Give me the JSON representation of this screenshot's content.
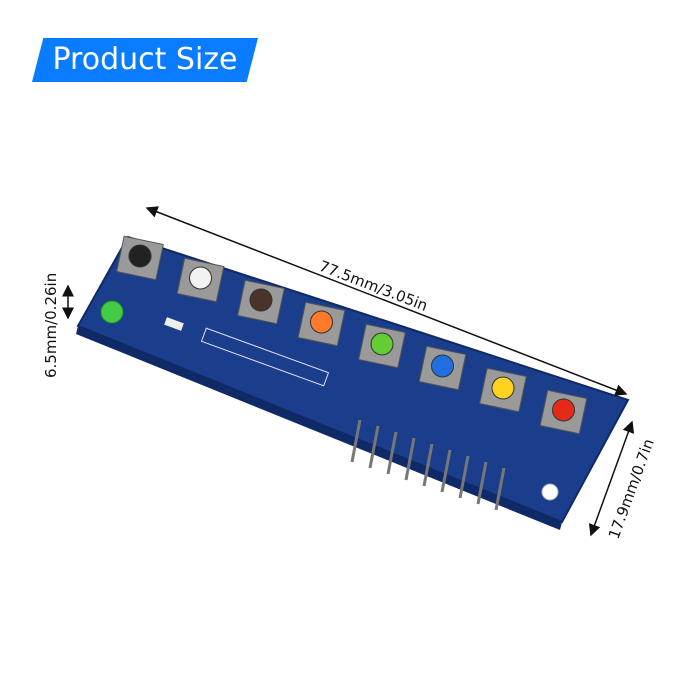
{
  "banner": {
    "label": "Product Size",
    "color": "#0a7cff"
  },
  "dimensions": {
    "length": "77.5mm/3.05in",
    "height": "6.5mm/0.26in",
    "width": "17.9mm/0.7in"
  },
  "board": {
    "color": "#1a3e8c",
    "button_caps": [
      "#222222",
      "#f2f2f2",
      "#4a3328",
      "#ff7a2a",
      "#66cc33",
      "#1f6fe0",
      "#ffd21f",
      "#e52a1a"
    ],
    "led_color": "#44cc44"
  }
}
